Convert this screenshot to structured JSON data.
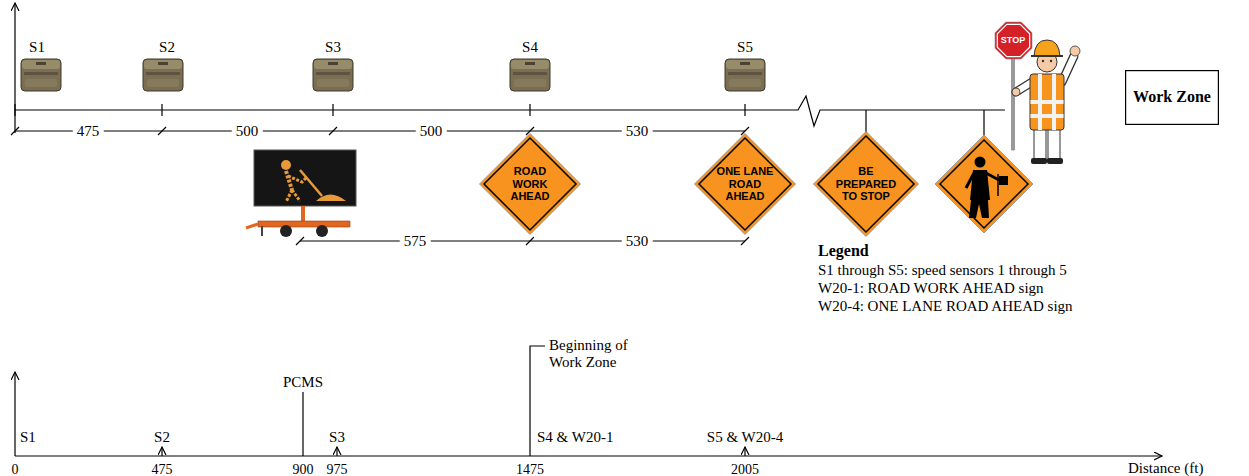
{
  "diagram": {
    "nodes": [
      {
        "text": [
          "ROAD WORK AHEAD"
        ]
      },
      {
        "text": [
          "ONE LANE ROAD AHEAD"
        ]
      },
      {
        "text": [
          "BE PREPARED TO STOP"
        ]
      },
      {
        "text": [
          "STOP"
        ]
      },
      {
        "text": [
          "Work Zone"
        ]
      }
    ],
    "labels": [
      "S1",
      "S2",
      "S3",
      "S4",
      "S5",
      "475",
      "500",
      "500",
      "530",
      "575",
      "530",
      "PCMS",
      "Beginning of Work Zone",
      "S1",
      "S2",
      "S3",
      "S4 & W20-1",
      "S5 & W20-4",
      "0",
      "475",
      "900",
      "975",
      "1475",
      "2005",
      "Distance (ft)",
      "Legend"
    ],
    "legend": [
      {
        "text": "S1 through S5: speed sensors 1 through 5"
      },
      {
        "text": "W20-1: ROAD WORK AHEAD sign"
      },
      {
        "text": "W20-4: ONE LANE ROAD AHEAD sign"
      }
    ]
  }
}
